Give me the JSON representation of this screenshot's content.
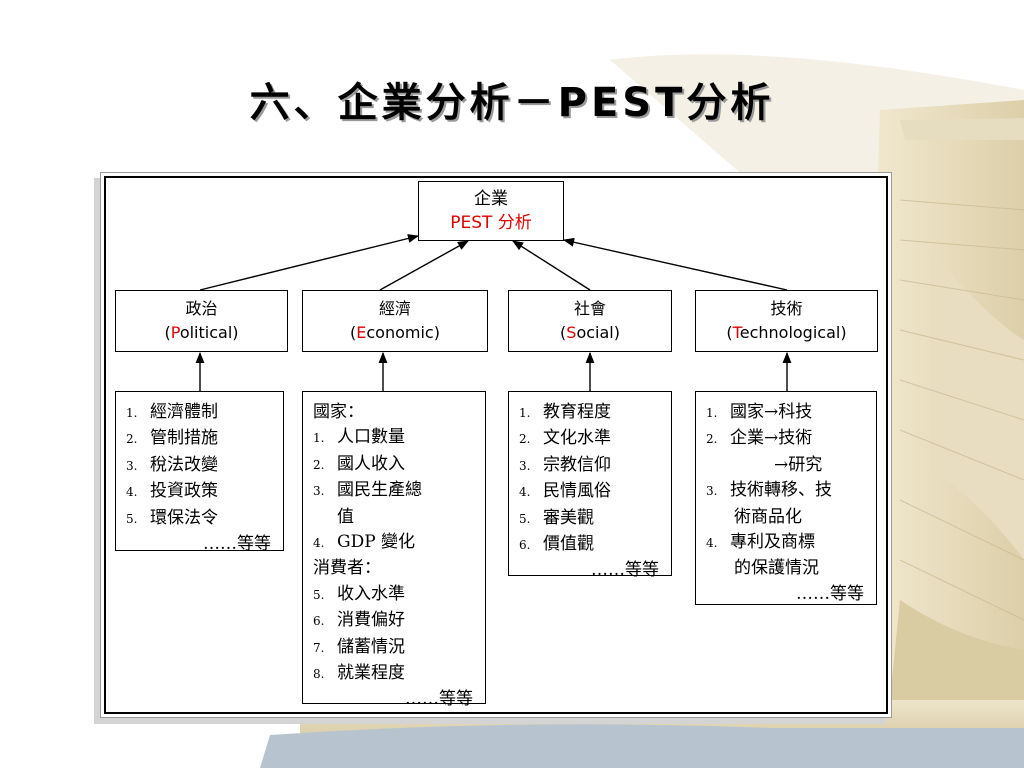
{
  "slide": {
    "title": "六、企業分析－PEST分析"
  },
  "root": {
    "line1": "企業",
    "line2": "PEST 分析"
  },
  "factors": [
    {
      "name": "政治",
      "first_letter": "P",
      "rest": "olitical)",
      "open": "("
    },
    {
      "name": "經濟",
      "first_letter": "E",
      "rest": "conomic)",
      "open": "("
    },
    {
      "name": "社會",
      "first_letter": "S",
      "rest": "ocial)",
      "open": "("
    },
    {
      "name": "技術",
      "first_letter": "T",
      "rest": "echnological)",
      "open": "("
    }
  ],
  "political": {
    "items": [
      "經濟體制",
      "管制措施",
      "稅法改變",
      "投資政策",
      "環保法令"
    ],
    "tail": "……等等"
  },
  "economic": {
    "heading1": "國家：",
    "items1": [
      "人口數量",
      "國人收入",
      "國民生產總"
    ],
    "item3_cont": "值",
    "item4": "GDP 變化",
    "heading2": "消費者：",
    "items2": [
      "收入水準",
      "消費偏好",
      "儲蓄情況",
      "就業程度"
    ],
    "tail": "……等等"
  },
  "social": {
    "items": [
      "教育程度",
      "文化水準",
      "宗教信仰",
      "民情風俗",
      "審美觀",
      "價值觀"
    ],
    "tail": "……等等"
  },
  "technological": {
    "item1": "國家→科技",
    "item2": "企業→技術",
    "item2_cont": "→研究",
    "item3": "技術轉移、技",
    "item3_cont": "術商品化",
    "item4": "專利及商標",
    "item4_cont": "的保護情況",
    "tail": "……等等"
  },
  "numbers": [
    "1.",
    "2.",
    "3.",
    "4.",
    "5.",
    "6.",
    "7.",
    "8."
  ],
  "colors": {
    "accent_red": "#e00000",
    "border": "#000000",
    "title_shadow": "#9a9a9a"
  }
}
